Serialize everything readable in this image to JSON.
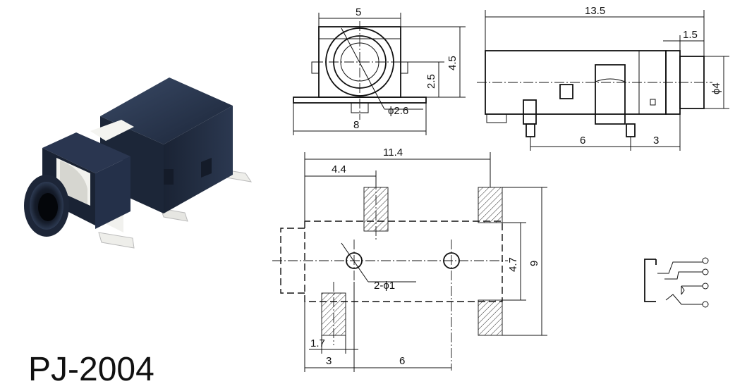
{
  "part_number": "PJ-2004",
  "front_view": {
    "dims": {
      "width_top": "5",
      "width_bottom": "8",
      "height": "4.5",
      "center_height": "2.5",
      "bore": "ϕ2.6"
    }
  },
  "side_view": {
    "dims": {
      "length": "13.5",
      "tip": "1.5",
      "diameter": "ϕ4",
      "pin_spacing": "6",
      "pin_offset": "3"
    }
  },
  "pcb_layout": {
    "dims": {
      "overall": "11.4",
      "pad_offset": "4.4",
      "inner_height": "4.7",
      "outer_height": "9",
      "holes": "2-ϕ1",
      "pad_width": "1.7",
      "left_offset": "3",
      "hole_spacing": "6"
    }
  },
  "schematic": {
    "terminals": 4
  },
  "colors": {
    "jack_body": "#1e2a3e",
    "contacts": "#f1f1ee",
    "line": "#111111",
    "background": "#ffffff"
  }
}
